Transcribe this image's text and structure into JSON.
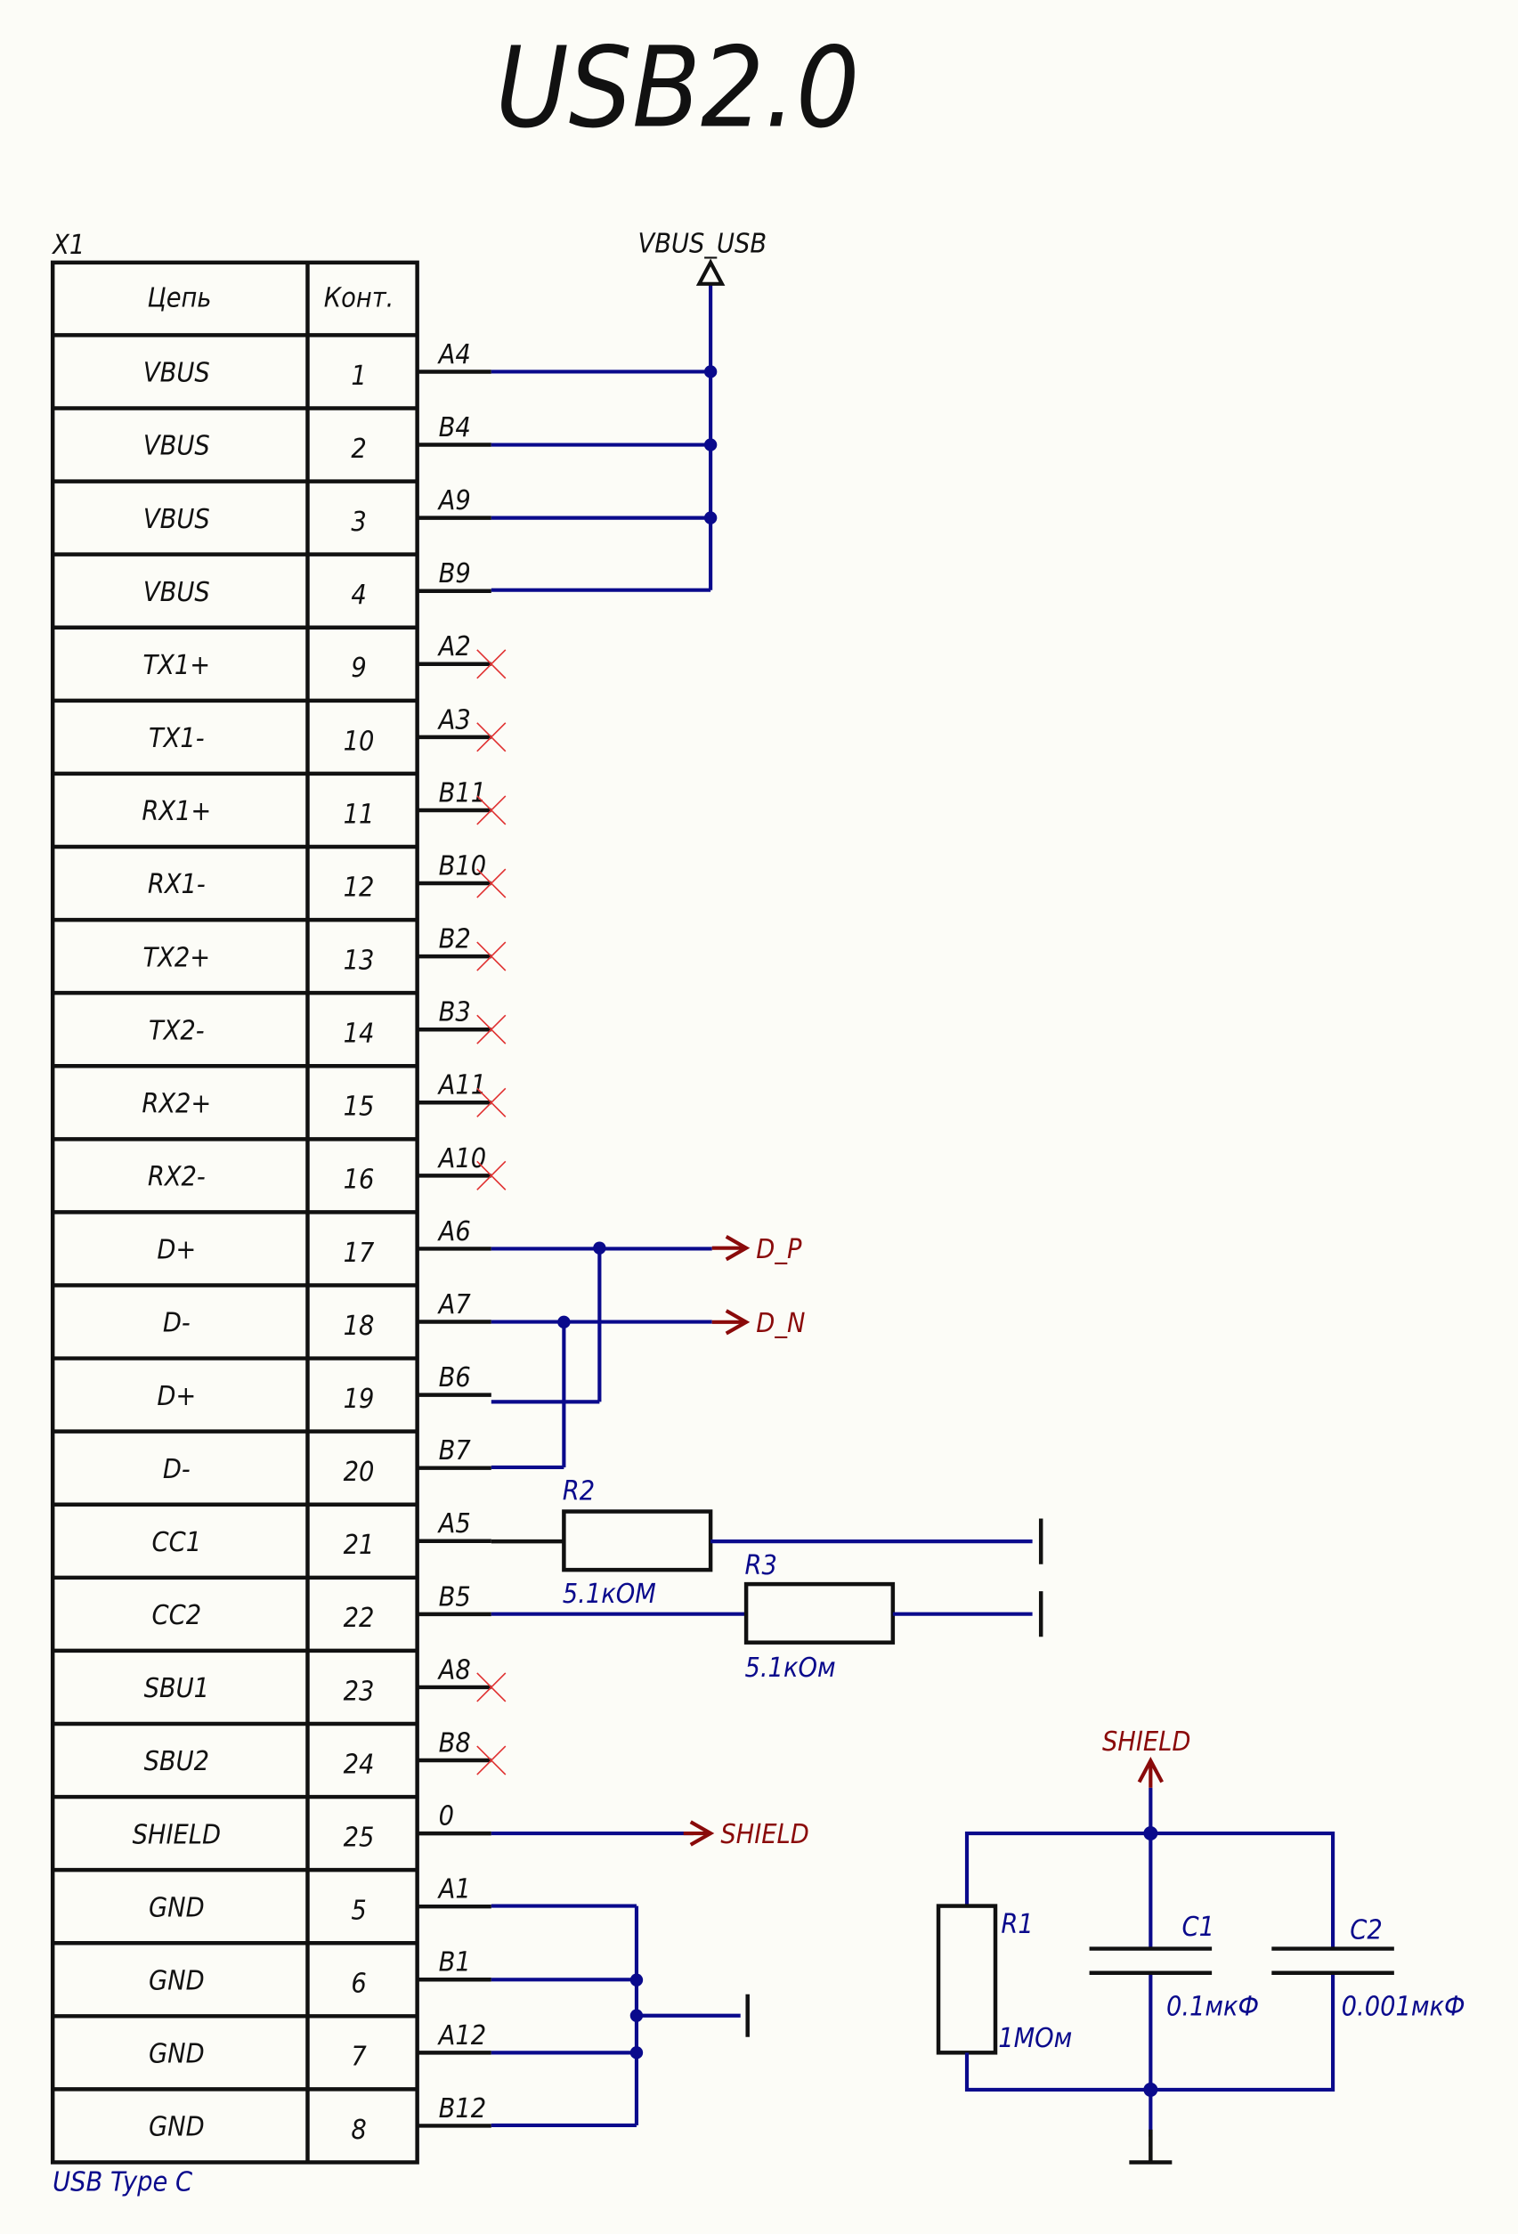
{
  "title": "USB2.0",
  "connector": {
    "ref": "X1",
    "part": "USB Type C",
    "header": {
      "net": "Цепь",
      "contact": "Конт."
    },
    "rows": [
      {
        "net": "VBUS",
        "contact": "1",
        "pin": "A4"
      },
      {
        "net": "VBUS",
        "contact": "2",
        "pin": "B4"
      },
      {
        "net": "VBUS",
        "contact": "3",
        "pin": "A9"
      },
      {
        "net": "VBUS",
        "contact": "4",
        "pin": "B9"
      },
      {
        "net": "TX1+",
        "contact": "9",
        "pin": "A2",
        "nc": true
      },
      {
        "net": "TX1-",
        "contact": "10",
        "pin": "A3",
        "nc": true
      },
      {
        "net": "RX1+",
        "contact": "11",
        "pin": "B11",
        "nc": true
      },
      {
        "net": "RX1-",
        "contact": "12",
        "pin": "B10",
        "nc": true
      },
      {
        "net": "TX2+",
        "contact": "13",
        "pin": "B2",
        "nc": true
      },
      {
        "net": "TX2-",
        "contact": "14",
        "pin": "B3",
        "nc": true
      },
      {
        "net": "RX2+",
        "contact": "15",
        "pin": "A11",
        "nc": true
      },
      {
        "net": "RX2-",
        "contact": "16",
        "pin": "A10",
        "nc": true
      },
      {
        "net": "D+",
        "contact": "17",
        "pin": "A6"
      },
      {
        "net": "D-",
        "contact": "18",
        "pin": "A7"
      },
      {
        "net": "D+",
        "contact": "19",
        "pin": "B6"
      },
      {
        "net": "D-",
        "contact": "20",
        "pin": "B7"
      },
      {
        "net": "CC1",
        "contact": "21",
        "pin": "A5"
      },
      {
        "net": "CC2",
        "contact": "22",
        "pin": "B5"
      },
      {
        "net": "SBU1",
        "contact": "23",
        "pin": "A8",
        "nc": true
      },
      {
        "net": "SBU2",
        "contact": "24",
        "pin": "B8",
        "nc": true
      },
      {
        "net": "SHIELD",
        "contact": "25",
        "pin": "0"
      },
      {
        "net": "GND",
        "contact": "5",
        "pin": "A1"
      },
      {
        "net": "GND",
        "contact": "6",
        "pin": "B1"
      },
      {
        "net": "GND",
        "contact": "7",
        "pin": "A12"
      },
      {
        "net": "GND",
        "contact": "8",
        "pin": "B12"
      }
    ]
  },
  "nets": {
    "vbus": "VBUS_USB",
    "dp": "D_P",
    "dn": "D_N",
    "shield": "SHIELD",
    "shield2": "SHIELD"
  },
  "components": {
    "R1": {
      "ref": "R1",
      "value": "1MOм"
    },
    "R2": {
      "ref": "R2",
      "value": "5.1кОМ"
    },
    "R3": {
      "ref": "R3",
      "value": "5.1кОм"
    },
    "C1": {
      "ref": "C1",
      "value": "0.1мкФ"
    },
    "C2": {
      "ref": "C2",
      "value": "0.001мкФ"
    }
  },
  "colors": {
    "wire": "#0a0a8c",
    "netlabel": "#8a0a0a",
    "nc": "#e03030"
  }
}
